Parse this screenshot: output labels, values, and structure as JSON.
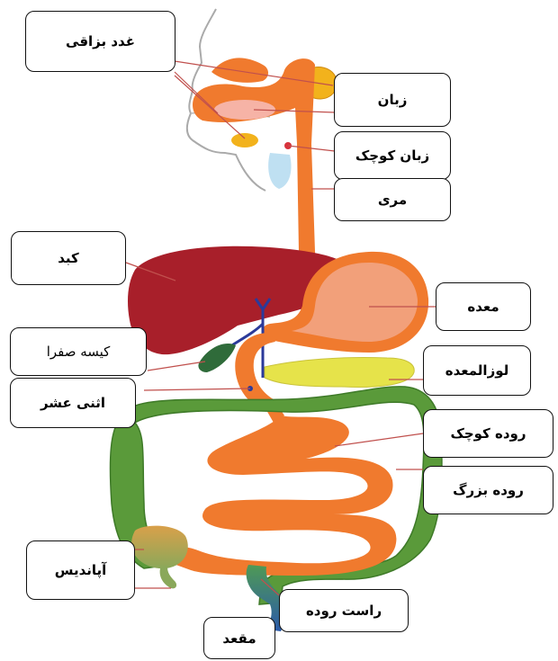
{
  "labels": {
    "salivary_glands": "غدد بزاقی",
    "tongue": "زبان",
    "uvula": "زبان کوچک",
    "esophagus": "مری",
    "liver": "کبد",
    "stomach": "معده",
    "gallbladder": "کیسه صفرا",
    "duodenum": "اثنی عشر",
    "pancreas": "لوزالمعده",
    "small_intestine": "روده کوچک",
    "large_intestine": "روده بزرگ",
    "appendix": "آپاندیس",
    "rectum": "راست روده",
    "anus": "مقعد"
  },
  "colors": {
    "esophagus_orange": "#f07a2e",
    "stomach_inner": "#f2a07a",
    "liver_red": "#a81f2a",
    "gallbladder_green": "#2f6b3a",
    "pancreas_yellow": "#e6e34a",
    "colon_green": "#5a9a3a",
    "rectum_blue": "#2b5aa8",
    "leader_line": "#c0504d"
  }
}
